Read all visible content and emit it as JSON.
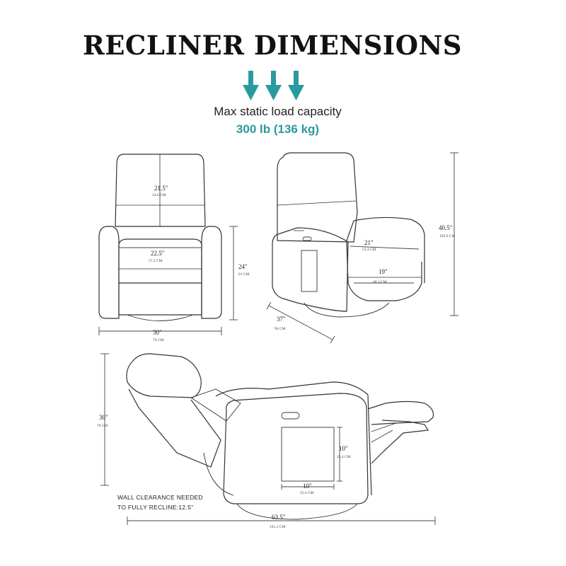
{
  "title": "RECLINER DIMENSIONS",
  "load": {
    "label": "Max static load capacity",
    "value": "300 lb (136 kg)",
    "arrow_color": "#2a9aa0",
    "icon": "down-arrow-icon"
  },
  "front_view": {
    "back_height": {
      "in": "21.5\"",
      "cm": "54.6 CM"
    },
    "seat_width": {
      "in": "22.5\"",
      "cm": "57.2 CM"
    },
    "seat_height": {
      "in": "24\"",
      "cm": "61 CM"
    },
    "overall_width": {
      "in": "30\"",
      "cm": "76 CM"
    }
  },
  "side_view": {
    "seat_depth_a": {
      "in": "21\"",
      "cm": "53.3 CM"
    },
    "seat_depth_b": {
      "in": "19\"",
      "cm": "48.3 CM"
    },
    "overall_depth": {
      "in": "37\"",
      "cm": "94 CM"
    },
    "overall_height": {
      "in": "40.5\"",
      "cm": "102.9 CM"
    }
  },
  "reclined_view": {
    "reclined_height": {
      "in": "30\"",
      "cm": "76 CM"
    },
    "pocket_height": {
      "in": "10\"",
      "cm": "25.4 CM"
    },
    "pocket_width": {
      "in": "10\"",
      "cm": "25.4 CM"
    },
    "reclined_length": {
      "in": "63.5\"",
      "cm": "161.3 CM"
    },
    "wall_clearance_line1": "WALL CLEARANCE NEEDED",
    "wall_clearance_line2": "TO FULLY RECLINE:12.5\""
  }
}
